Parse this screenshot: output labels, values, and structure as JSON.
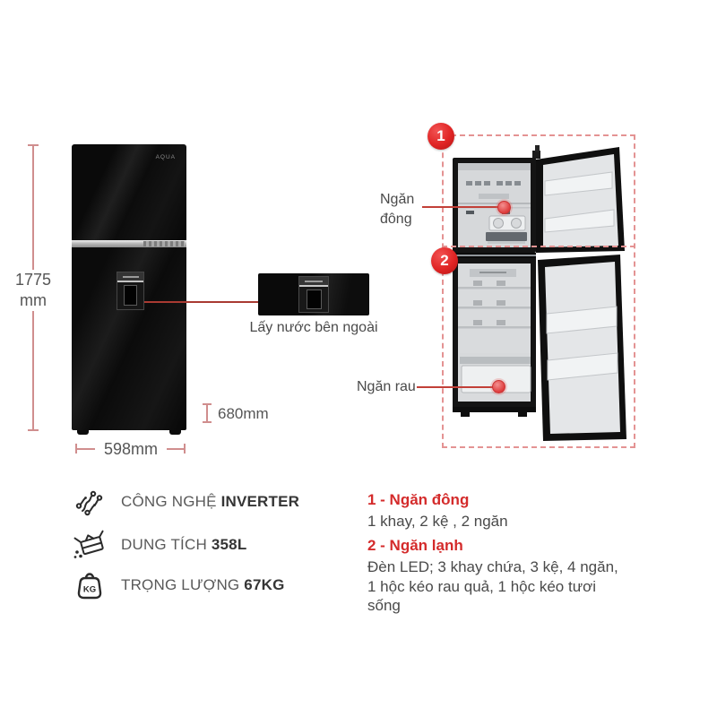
{
  "brand": "AQUA",
  "measurements": {
    "height_value": "1775",
    "height_unit": "mm",
    "width": "598mm",
    "depth": "680mm"
  },
  "detail_callout": {
    "caption": "Lấy nước bên ngoài"
  },
  "diagram": {
    "badge1": "1",
    "badge2": "2",
    "freezer_label_line1": "Ngăn",
    "freezer_label_line2": "đông",
    "crisper_label": "Ngăn rau"
  },
  "features": {
    "rows": [
      {
        "icon": "inverter-icon",
        "label": "CÔNG NGHỆ",
        "value": "INVERTER"
      },
      {
        "icon": "capacity-icon",
        "label": "DUNG TÍCH",
        "value": "358L"
      },
      {
        "icon": "weight-icon",
        "label": "TRỌNG LƯỢNG",
        "value": "67KG"
      }
    ],
    "weight_icon_text": "KG"
  },
  "specs": {
    "section1": {
      "heading": "1 - Ngăn đông",
      "line1": "1 khay, 2 kệ , 2 ngăn"
    },
    "section2": {
      "heading": "2 - Ngăn lạnh",
      "line1": "Đèn LED; 3 khay chứa, 3 kệ, 4 ngăn,",
      "line2": "1 hộc kéo rau quả, 1 hộc kéo tươi",
      "line3": "sống"
    }
  },
  "colors": {
    "accent_red": "#d42b2b",
    "dashed_red": "#e49393",
    "measure_red": "#d08e8e",
    "text_gray": "#4a4a4a"
  }
}
